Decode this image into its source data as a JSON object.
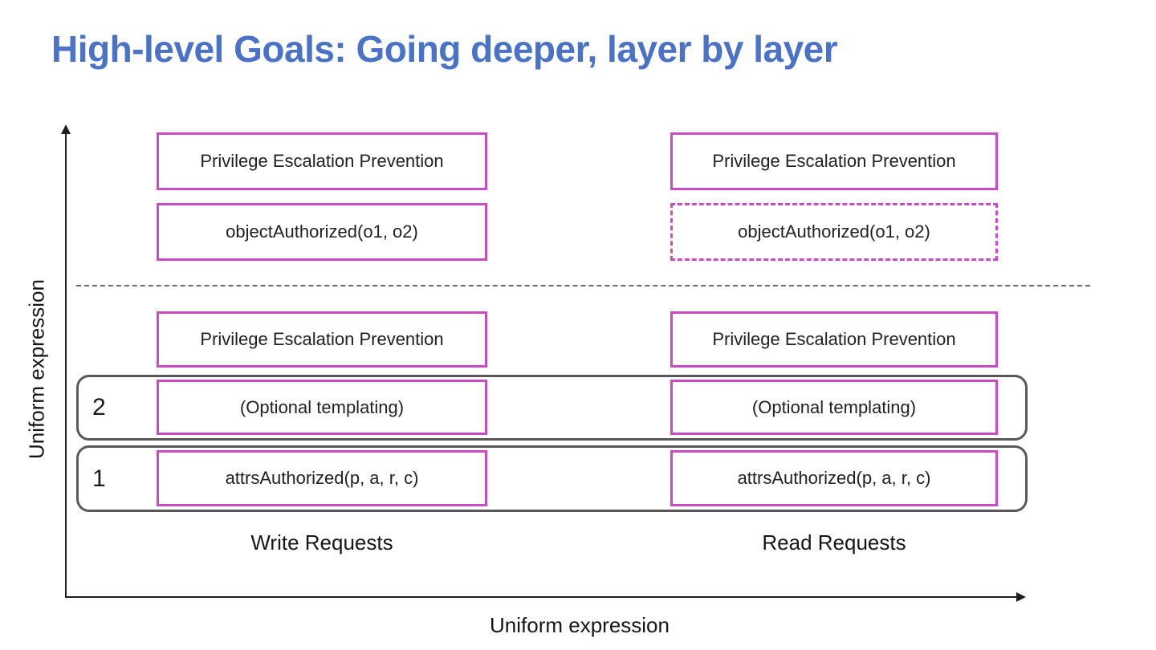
{
  "title": "High-level Goals: Going deeper, layer by layer",
  "colors": {
    "title_blue": "#4a72c7",
    "box_magenta": "#ca4bc5",
    "group_gray": "#595959",
    "text_dark": "#212121",
    "axis_dark": "#1f1f1f",
    "divider_gray": "#6b6b6b"
  },
  "axes": {
    "y_label": "Uniform expression",
    "x_label": "Uniform expression"
  },
  "upper_section": {
    "write": {
      "privilege_box": "Privilege Escalation Prevention",
      "object_box": "objectAuthorized(o1, o2)"
    },
    "read": {
      "privilege_box": "Privilege Escalation Prevention",
      "object_box": "objectAuthorized(o1, o2)"
    }
  },
  "lower_section": {
    "write_privilege_box": "Privilege Escalation Prevention",
    "read_privilege_box": "Privilege Escalation Prevention",
    "layers": [
      {
        "number": "2",
        "write_box": "(Optional templating)",
        "read_box": "(Optional templating)"
      },
      {
        "number": "1",
        "write_box": "attrsAuthorized(p, a, r, c)",
        "read_box": "attrsAuthorized(p, a, r, c)"
      }
    ]
  },
  "column_labels": {
    "write": "Write Requests",
    "read": "Read Requests"
  }
}
